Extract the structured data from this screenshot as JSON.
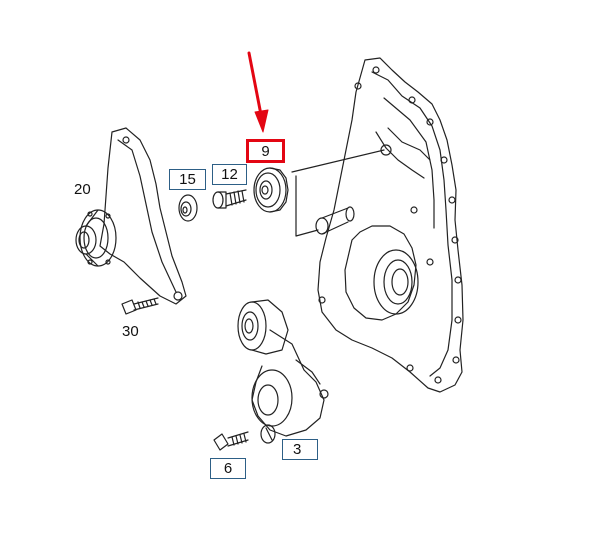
{
  "diagram": {
    "callouts": [
      {
        "id": "c20",
        "text": "20"
      },
      {
        "id": "c15",
        "text": "15"
      },
      {
        "id": "c12",
        "text": "12"
      },
      {
        "id": "c9",
        "text": "9"
      },
      {
        "id": "c30",
        "text": "30"
      },
      {
        "id": "c3",
        "text": "3"
      },
      {
        "id": "c6",
        "text": "6"
      }
    ],
    "colors": {
      "line": "#222222",
      "box": "#2d5f86",
      "highlight": "#e30613"
    }
  }
}
